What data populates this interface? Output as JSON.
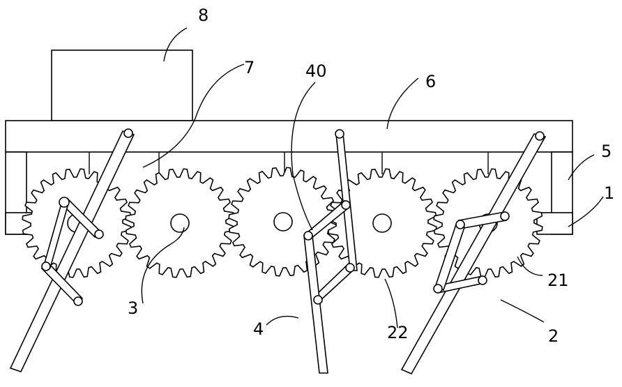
{
  "figure": {
    "labels": {
      "frame": "1",
      "mechanism": "2",
      "shaft": "3",
      "linkage": "4",
      "side_plate": "5",
      "beam": "6",
      "support": "7",
      "motor": "8",
      "link_rod": "40",
      "gear_a": "21",
      "gear_b": "22"
    }
  }
}
